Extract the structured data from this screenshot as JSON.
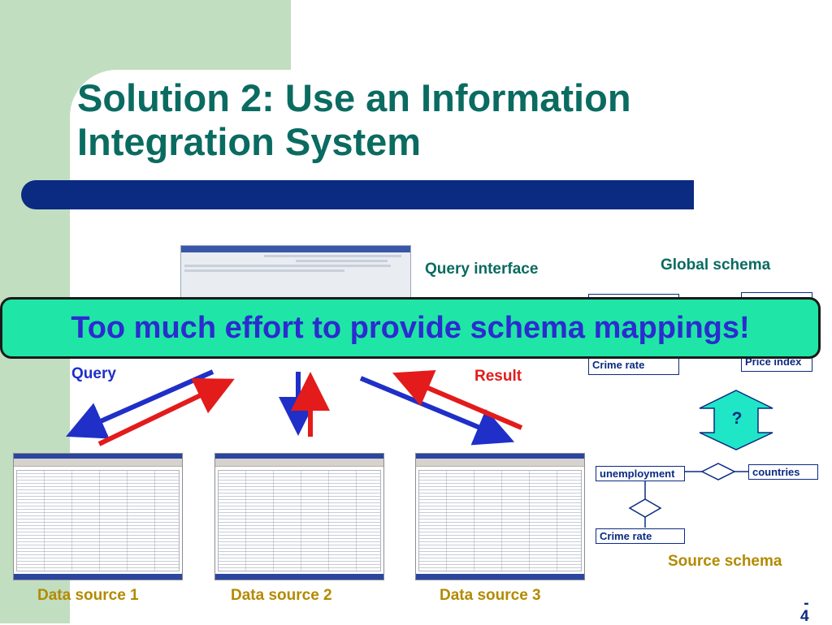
{
  "slide": {
    "title_line1": "Solution 2: Use an Information",
    "title_line2": "Integration System",
    "page_dash": "-",
    "page_number": "4"
  },
  "labels": {
    "query_interface": "Query interface",
    "global_schema": "Global schema",
    "query": "Query",
    "result": "Result",
    "source_schema": "Source schema",
    "data_source_1": "Data source 1",
    "data_source_2": "Data source 2",
    "data_source_3": "Data source 3"
  },
  "banner": {
    "text": "Too much effort to provide schema mappings!"
  },
  "global_schema_entities": {
    "crime_rate": "Crime rate",
    "price_index": "Price index"
  },
  "mapping": {
    "question": "?"
  },
  "source_schema_entities": {
    "unemployment": "unemployment",
    "countries": "countries",
    "crime_rate": "Crime rate"
  },
  "colors": {
    "title": "#0a6b61",
    "accent_bar": "#0b2a82",
    "banner_fill": "#1fe6a6",
    "banner_text": "#2b2ccf",
    "query_arrow": "#1f2fc8",
    "result_arrow": "#e31b1b",
    "mapping_arrow": "#1fe6c6"
  }
}
